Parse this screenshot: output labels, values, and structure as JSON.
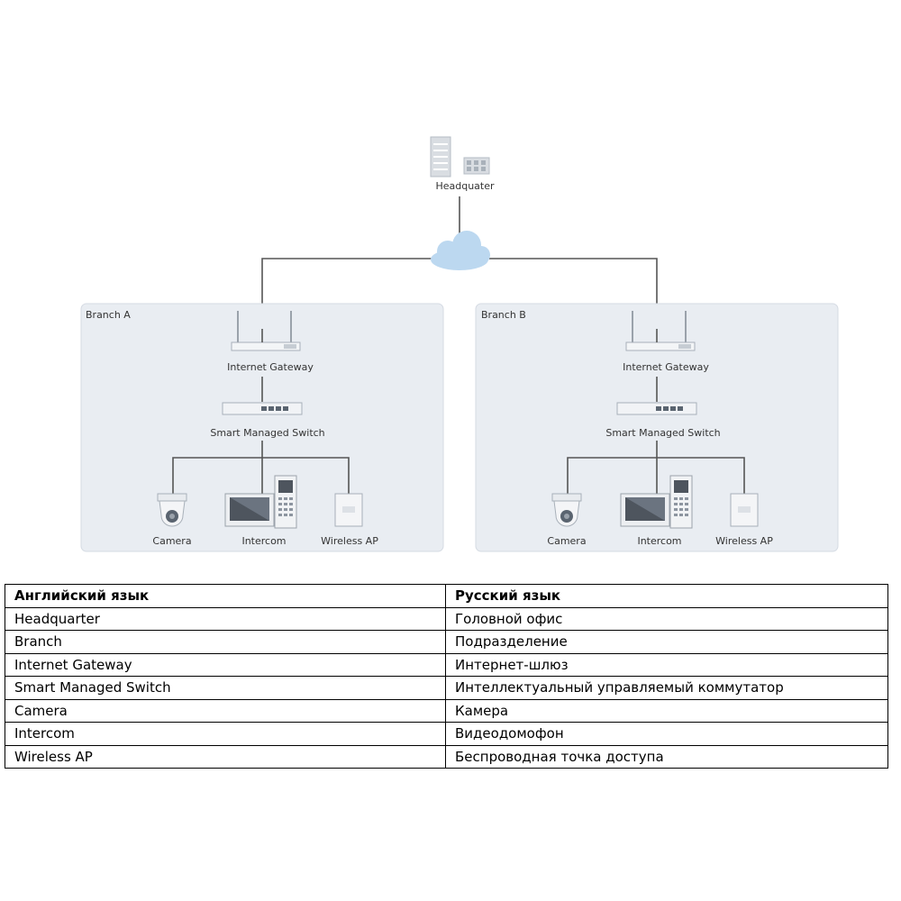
{
  "diagram": {
    "headquarter_label": "Headquater",
    "branches": [
      {
        "title": "Branch A",
        "gateway_label": "Internet Gateway",
        "switch_label": "Smart Managed Switch",
        "camera_label": "Camera",
        "intercom_label": "Intercom",
        "ap_label": "Wireless AP"
      },
      {
        "title": "Branch B",
        "gateway_label": "Internet Gateway",
        "switch_label": "Smart Managed Switch",
        "camera_label": "Camera",
        "intercom_label": "Intercom",
        "ap_label": "Wireless AP"
      }
    ],
    "colors": {
      "branch_bg": "#e9edf2",
      "branch_border": "#d5dbe3",
      "line": "#555555",
      "cloud": "#bcd8f0"
    }
  },
  "table": {
    "headers": [
      "Английский язык",
      "Русский язык"
    ],
    "rows": [
      [
        "Headquarter",
        "Головной офис"
      ],
      [
        "Branch",
        "Подразделение"
      ],
      [
        "Internet Gateway",
        "Интернет-шлюз"
      ],
      [
        "Smart Managed Switch",
        "Интеллектуальный управляемый коммутатор"
      ],
      [
        "Camera",
        "Камера"
      ],
      [
        "Intercom",
        "Видеодомофон"
      ],
      [
        "Wireless AP",
        "Беспроводная точка доступа"
      ]
    ]
  }
}
